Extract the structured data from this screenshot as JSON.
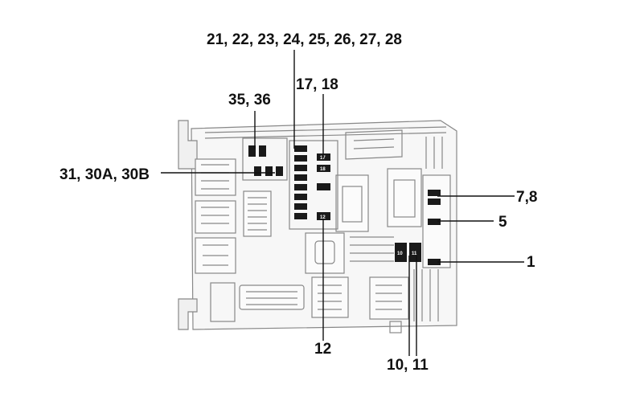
{
  "diagram": {
    "callouts": {
      "fuses_21_28": "21, 22, 23, 24, 25, 26, 27, 28",
      "fuses_17_18": "17, 18",
      "fuses_35_36": "35, 36",
      "fuses_31_30": "31, 30A, 30B",
      "fuses_7_8": "7,8",
      "fuse_5": "5",
      "fuse_1": "1",
      "fuse_12": "12",
      "fuses_10_11": "10, 11"
    },
    "fuse_numbers": {
      "f17": "17",
      "f18": "18",
      "f12": "12",
      "f10": "10",
      "f11": "11"
    },
    "colors": {
      "outline": "#888888",
      "body_fill": "#f7f7f7",
      "fuse_fill": "#1a1a1a",
      "leader": "#111111"
    }
  }
}
